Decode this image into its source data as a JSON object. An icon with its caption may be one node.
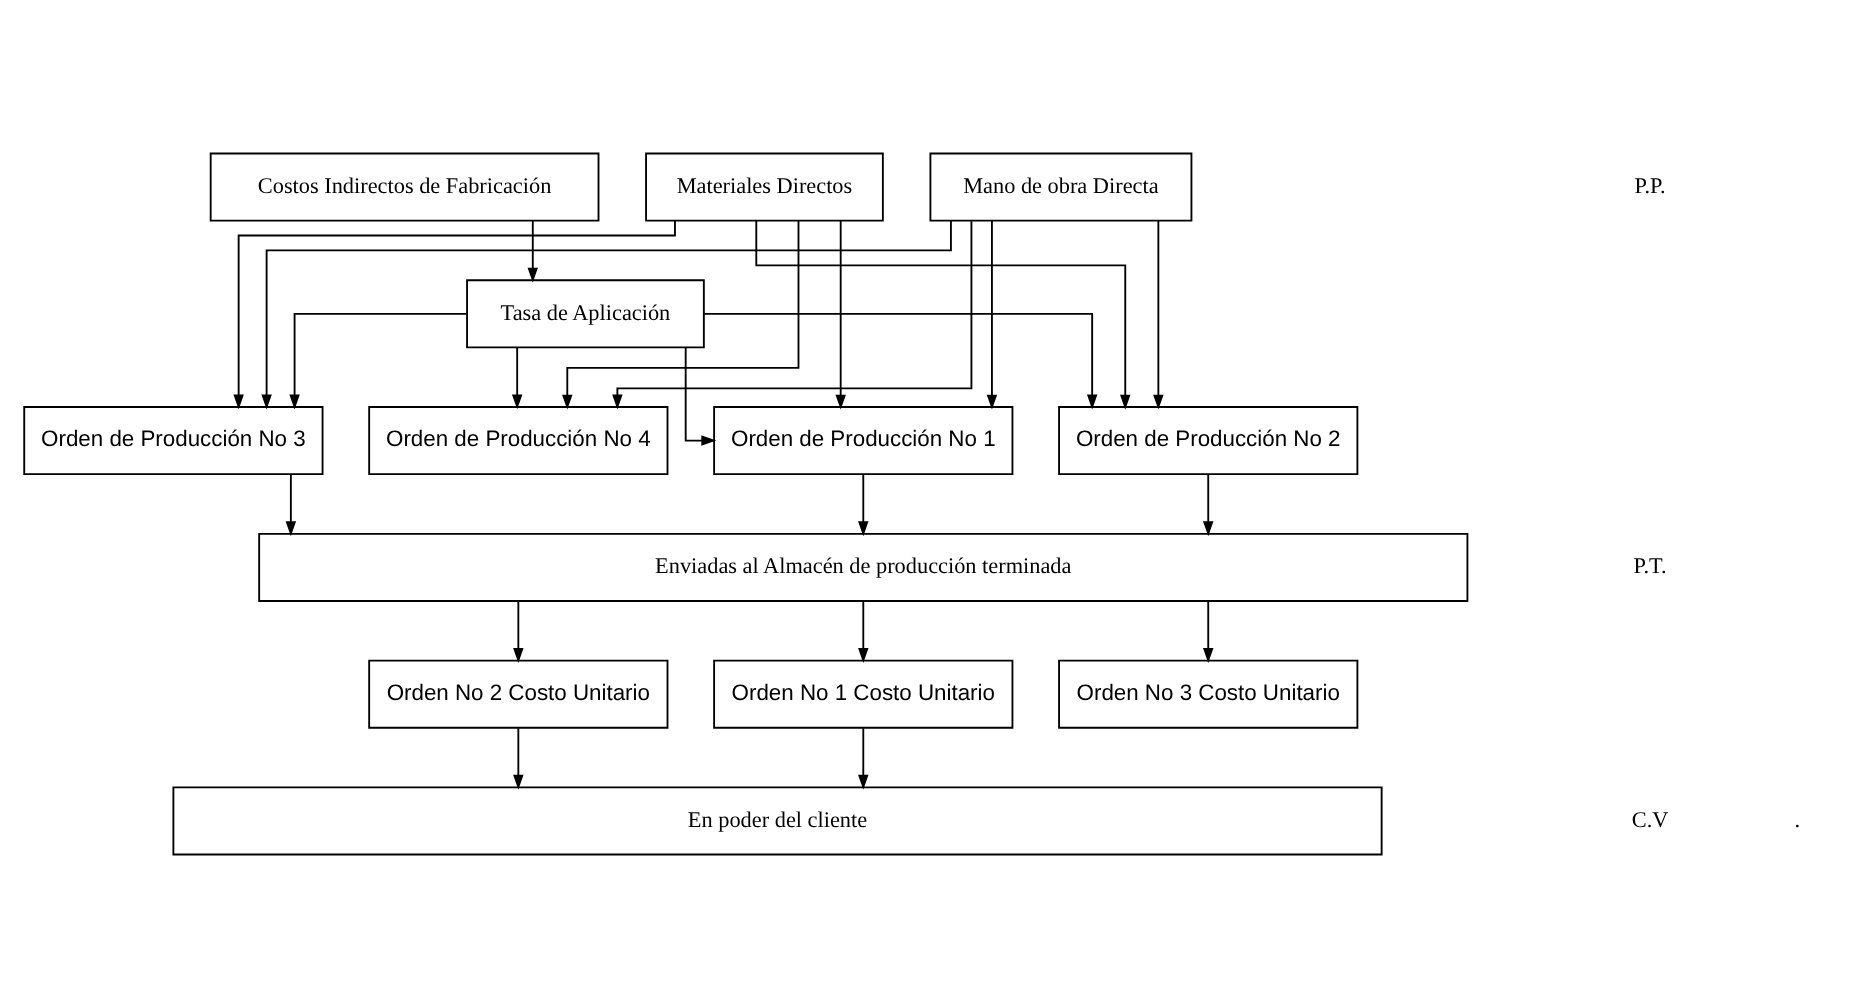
{
  "diagram": {
    "nodes": [
      {
        "text": [
          "Materiales Directos"
        ]
      },
      {
        "text": [
          "Mano de obra Directa"
        ]
      },
      {
        "text": [
          "Costos Indirectos de Fabricación"
        ]
      },
      {
        "text": [
          "Tasa de Aplicación"
        ]
      },
      {
        "text": [
          "Orden de Producción No 1"
        ]
      },
      {
        "text": [
          "Orden de Producción No 2"
        ]
      },
      {
        "text": [
          "Orden de Producción No 3"
        ]
      },
      {
        "text": [
          "Orden de Producción No 4"
        ]
      },
      {
        "text": [
          "Enviadas al Almacén de producción terminada"
        ]
      },
      {
        "text": [
          "Orden No 1 Costo Unitario"
        ]
      },
      {
        "text": [
          "Orden No 2 Costo Unitario"
        ]
      },
      {
        "text": [
          "Orden No 3 Costo Unitario"
        ]
      },
      {
        "text": [
          "En poder del cliente"
        ]
      }
    ],
    "edges": [
      {
        "from": 0,
        "to": 4,
        "arrow": "to"
      },
      {
        "from": 0,
        "to": 5,
        "arrow": "to"
      },
      {
        "from": 0,
        "to": 6,
        "arrow": "to"
      },
      {
        "from": 0,
        "to": 7,
        "arrow": "to"
      },
      {
        "from": 1,
        "to": 4,
        "arrow": "to"
      },
      {
        "from": 1,
        "to": 5,
        "arrow": "to"
      },
      {
        "from": 1,
        "to": 6,
        "arrow": "to"
      },
      {
        "from": 1,
        "to": 7,
        "arrow": "to"
      },
      {
        "from": 2,
        "to": 3,
        "arrow": "to"
      },
      {
        "from": 3,
        "to": 4,
        "arrow": "to"
      },
      {
        "from": 3,
        "to": 5,
        "arrow": "to"
      },
      {
        "from": 3,
        "to": 6,
        "arrow": "to"
      },
      {
        "from": 3,
        "to": 7,
        "arrow": "to"
      },
      {
        "from": 4,
        "to": 8,
        "arrow": "to"
      },
      {
        "from": 5,
        "to": 8,
        "arrow": "to"
      },
      {
        "from": 6,
        "to": 8,
        "arrow": "to"
      },
      {
        "from": 8,
        "to": 9,
        "arrow": "to"
      },
      {
        "from": 8,
        "to": 10,
        "arrow": "to"
      },
      {
        "from": 8,
        "to": 11,
        "arrow": "to"
      },
      {
        "from": 9,
        "to": 12,
        "arrow": "to"
      },
      {
        "from": 10,
        "to": 12,
        "arrow": "to"
      }
    ],
    "labels": [
      "P.P.",
      "P.T.",
      "C.V",
      "."
    ]
  }
}
